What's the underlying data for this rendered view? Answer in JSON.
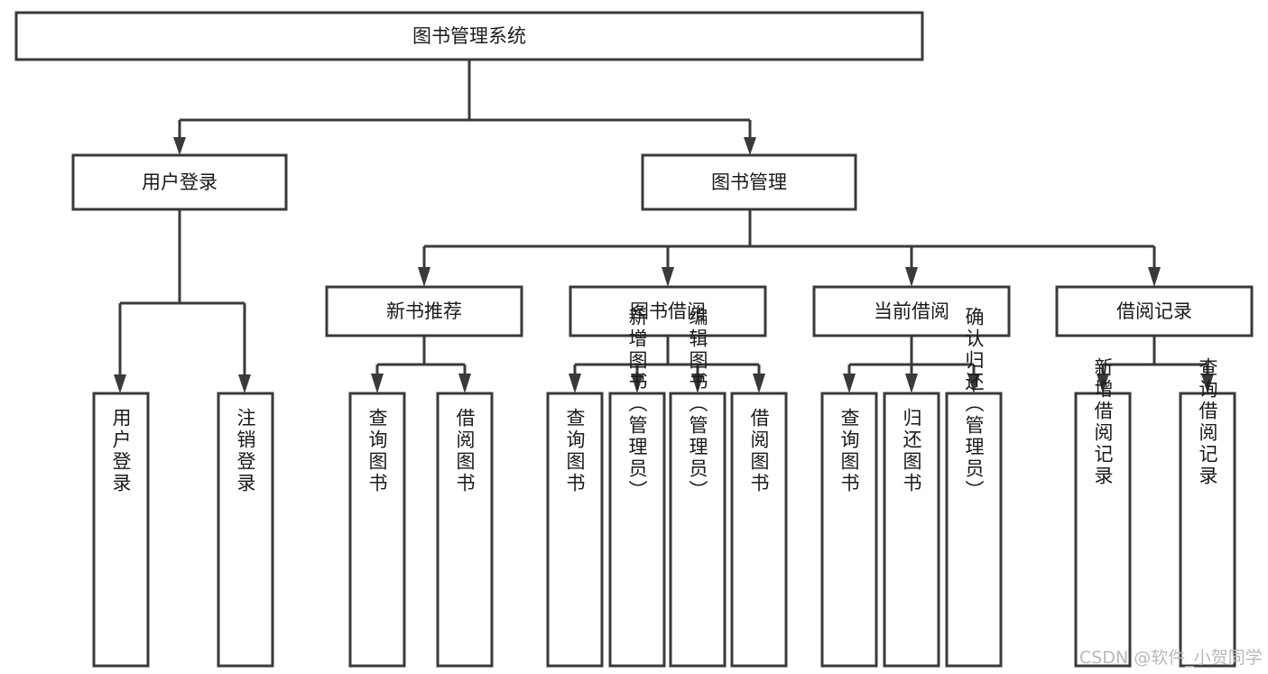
{
  "diagram": {
    "type": "hierarchy-tree",
    "title": "图书管理系统",
    "watermark": "CSDN @软件_小贺同学",
    "levels": {
      "root": {
        "label": "图书管理系统"
      },
      "level2": [
        {
          "id": "user-login",
          "label": "用户登录"
        },
        {
          "id": "book-management",
          "label": "图书管理"
        }
      ],
      "level3": [
        {
          "id": "new-book-recommend",
          "label": "新书推荐"
        },
        {
          "id": "book-borrow",
          "label": "图书借阅"
        },
        {
          "id": "current-borrow",
          "label": "当前借阅"
        },
        {
          "id": "borrow-record",
          "label": "借阅记录"
        }
      ],
      "leaves": {
        "user_login": [
          {
            "id": "leaf-user-login",
            "label": "用户登录"
          },
          {
            "id": "leaf-logout-login",
            "label": "注销登录"
          }
        ],
        "new_book_recommend": [
          {
            "id": "leaf-query-book-1",
            "label": "查询图书"
          },
          {
            "id": "leaf-borrow-book-1",
            "label": "借阅图书"
          }
        ],
        "book_borrow": [
          {
            "id": "leaf-query-book-2",
            "label": "查询图书"
          },
          {
            "id": "leaf-add-book-admin",
            "label": "新增图书（管理员）"
          },
          {
            "id": "leaf-edit-book-admin",
            "label": "编辑图书（管理员）"
          },
          {
            "id": "leaf-borrow-book-2",
            "label": "借阅图书"
          }
        ],
        "current_borrow": [
          {
            "id": "leaf-query-book-3",
            "label": "查询图书"
          },
          {
            "id": "leaf-return-book",
            "label": "归还图书"
          },
          {
            "id": "leaf-confirm-return-admin",
            "label": "确认归还（管理员）"
          }
        ],
        "borrow_record": [
          {
            "id": "leaf-add-borrow-record",
            "label": "新增借阅记录"
          },
          {
            "id": "leaf-query-borrow-record",
            "label": "查询借阅记录"
          }
        ]
      }
    },
    "colors": {
      "box_fill": "#ffffff",
      "box_stroke": "#3a3a3a",
      "text": "#1a1a1a",
      "watermark": "#b9b9b9",
      "background": "#ffffff"
    }
  }
}
